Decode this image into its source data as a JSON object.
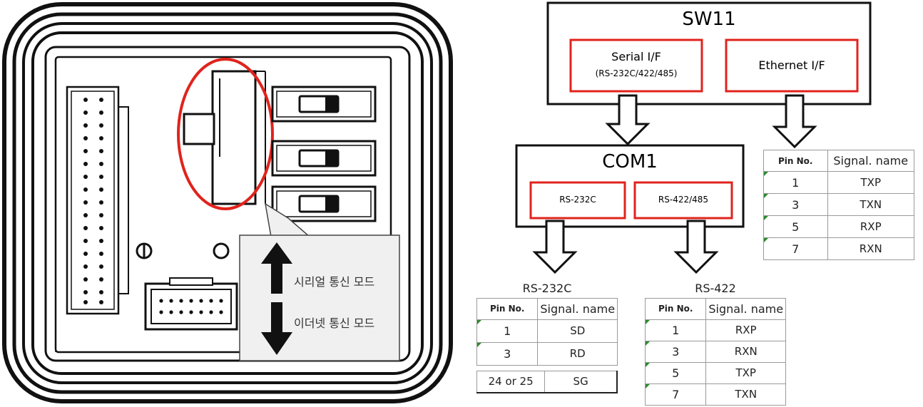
{
  "device_panel": {
    "switch_up_mode": "시리얼 통신 모드",
    "switch_down_mode": "이더넷 통신 모드",
    "colors": {
      "highlight": "#e0231c",
      "callout_bg": "#f0f0f0"
    }
  },
  "diagram": {
    "sw11": {
      "title": "SW11",
      "serial_if": "Serial I/F",
      "serial_if_sub": "(RS-232C/422/485)",
      "ethernet_if": "Ethernet I/F"
    },
    "com1": {
      "title": "COM1",
      "rs232": "RS-232C",
      "rs422_485": "RS-422/485"
    },
    "border_color": "#e0231c"
  },
  "tables": {
    "rs232c": {
      "caption": "RS-232C",
      "headers": [
        "Pin No.",
        "Signal. name"
      ],
      "rows": [
        [
          "1",
          "SD"
        ],
        [
          "3",
          "RD"
        ]
      ],
      "extra": [
        "24 or 25",
        "SG"
      ]
    },
    "rs422": {
      "caption": "RS-422",
      "headers": [
        "Pin No.",
        "Signal. name"
      ],
      "rows": [
        [
          "1",
          "RXP"
        ],
        [
          "3",
          "RXN"
        ],
        [
          "5",
          "TXP"
        ],
        [
          "7",
          "TXN"
        ]
      ]
    },
    "ethernet": {
      "headers": [
        "Pin No.",
        "Signal. name"
      ],
      "rows": [
        [
          "1",
          "TXP"
        ],
        [
          "3",
          "TXN"
        ],
        [
          "5",
          "RXP"
        ],
        [
          "7",
          "RXN"
        ]
      ]
    }
  }
}
